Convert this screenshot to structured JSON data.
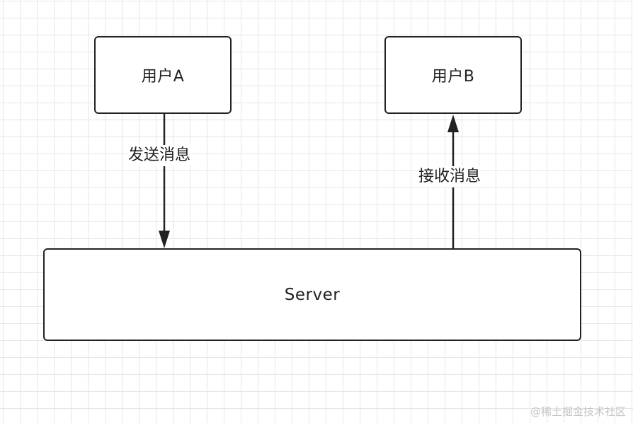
{
  "diagram": {
    "nodes": {
      "user_a": "用户A",
      "user_b": "用户B",
      "server": "Server"
    },
    "edges": {
      "send_label": "发送消息",
      "receive_label": "接收消息"
    }
  },
  "watermark": "@稀土掘金技术社区",
  "colors": {
    "stroke": "#222222",
    "grid": "#e6e6e6",
    "background": "#ffffff",
    "watermark": "#c4c4c4"
  }
}
